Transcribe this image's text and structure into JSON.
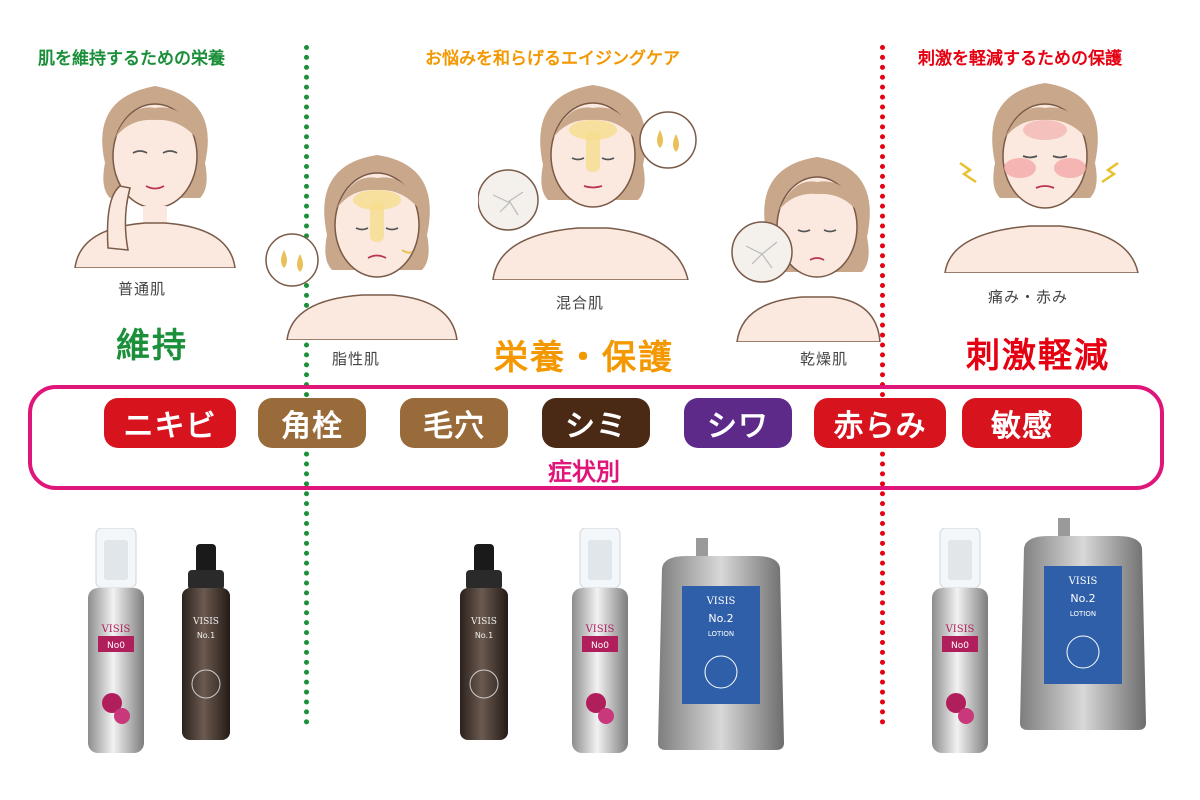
{
  "sections": {
    "left_title": "肌を維持するための栄養",
    "middle_title": "お悩みを和らげるエイジングケア",
    "right_title": "刺激を軽減するための保護"
  },
  "skin_types": {
    "normal": "普通肌",
    "oily": "脂性肌",
    "combination": "混合肌",
    "dry": "乾燥肌",
    "pain_redness": "痛み・赤み"
  },
  "categories": {
    "maintain": "維持",
    "nourish_protect": "栄養・保護",
    "irritation_reduce": "刺激軽減"
  },
  "symptoms": {
    "items": [
      {
        "label": "ニキビ",
        "color": "#d7141e"
      },
      {
        "label": "角栓",
        "color": "#9a6b3a"
      },
      {
        "label": "毛穴",
        "color": "#9a6b3a"
      },
      {
        "label": "シミ",
        "color": "#4a2a14"
      },
      {
        "label": "シワ",
        "color": "#5e2a8a"
      },
      {
        "label": "赤らみ",
        "color": "#d7141e"
      },
      {
        "label": "敏感",
        "color": "#d7141e"
      }
    ],
    "caption": "症状別"
  },
  "products": {
    "brand": "VISIS",
    "no0": "No0",
    "no1": "No.1",
    "no2": "No.2",
    "lotion": "LOTION"
  },
  "colors": {
    "green": "#1b8f3a",
    "orange": "#f39800",
    "red": "#e50012",
    "magenta": "#e0157a"
  }
}
